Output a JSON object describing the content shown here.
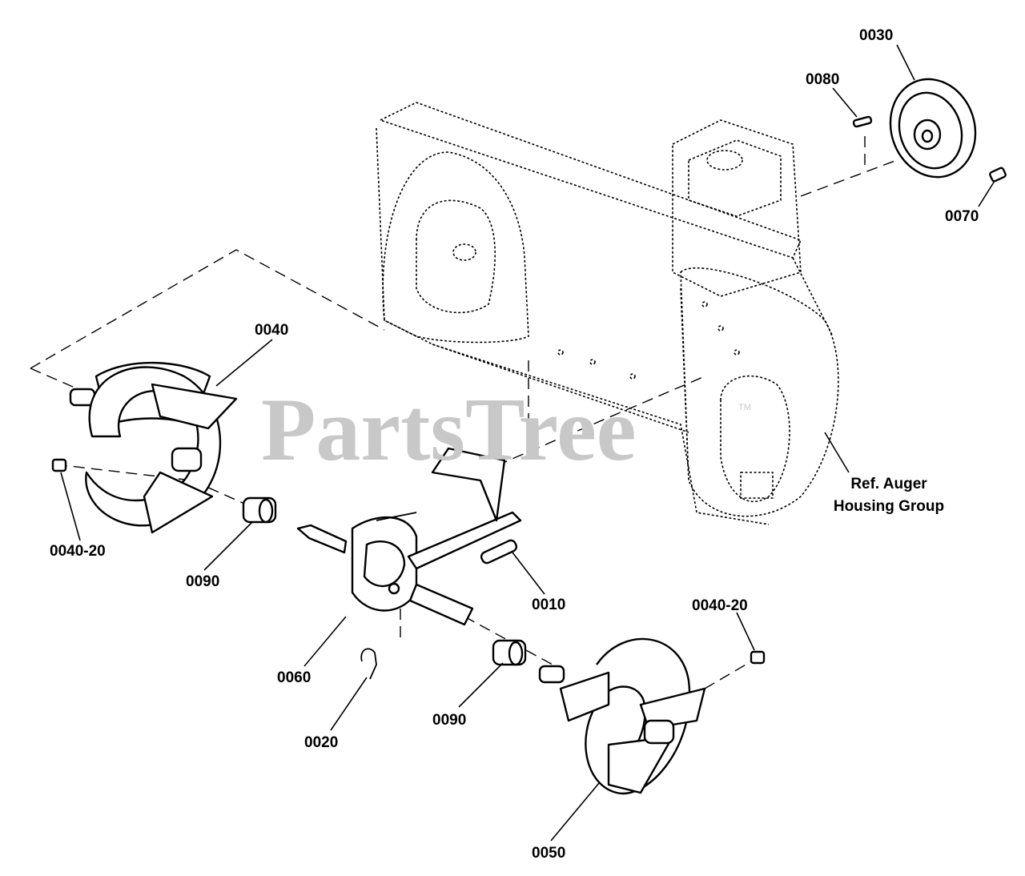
{
  "watermark": {
    "text": "PartsTree",
    "tm": "TM"
  },
  "reference_note": {
    "line1": "Ref. Auger",
    "line2": "Housing Group"
  },
  "callouts": {
    "c0030": "0030",
    "c0080": "0080",
    "c0070": "0070",
    "c0040": "0040",
    "c0040_20_left": "0040-20",
    "c0090_left": "0090",
    "c0060": "0060",
    "c0010": "0010",
    "c0020": "0020",
    "c0090_right": "0090",
    "c0040_20_right": "0040-20",
    "c0050": "0050"
  }
}
